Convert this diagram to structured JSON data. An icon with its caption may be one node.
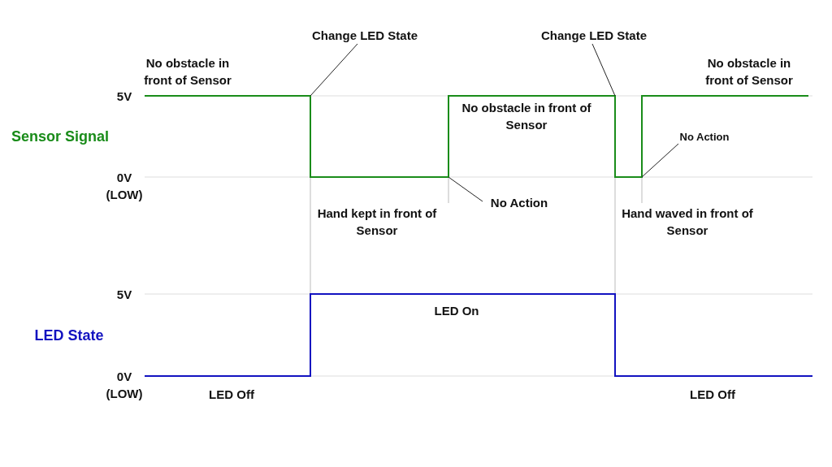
{
  "diagram": {
    "nodes": [
      {
        "text": [
          "Change LED State"
        ]
      },
      {
        "text": [
          "Change LED State"
        ]
      },
      {
        "text": [
          "No Action"
        ]
      },
      {
        "text": [
          "No Action"
        ]
      }
    ],
    "edges": [
      {
        "from": 0,
        "to": null,
        "arrow": "none"
      },
      {
        "from": 1,
        "to": null,
        "arrow": "none"
      },
      {
        "from": 2,
        "to": null,
        "arrow": "none"
      },
      {
        "from": 3,
        "to": null,
        "arrow": "none"
      }
    ],
    "labels": [
      "No obstacle in front of Sensor",
      "No obstacle in front of Sensor",
      "5V",
      "No obstacle in front of Sensor",
      "Sensor Signal",
      "0V (LOW)",
      "Hand kept in front of Sensor",
      "Hand waved in front of Sensor",
      "5V",
      "LED On",
      "LED State",
      "0V (LOW)",
      "LED Off",
      "LED Off"
    ]
  }
}
